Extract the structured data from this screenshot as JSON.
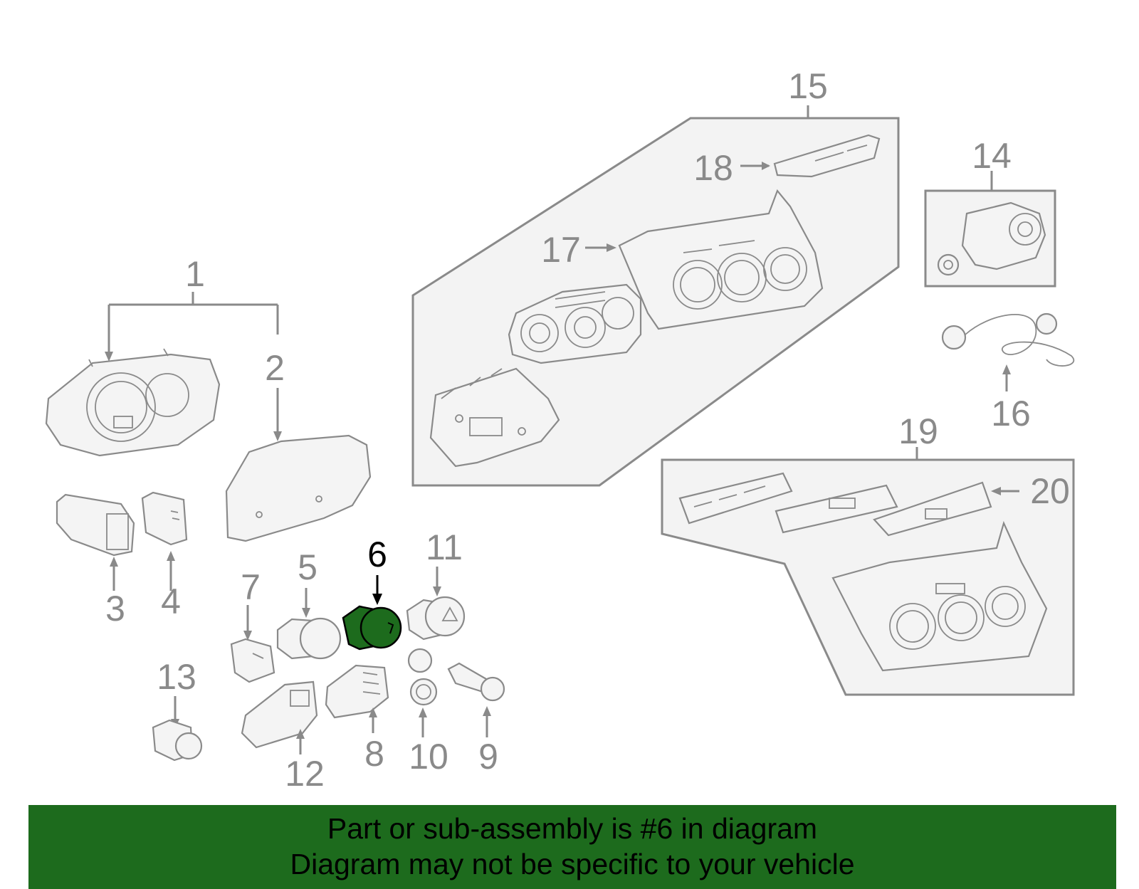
{
  "colors": {
    "line": "#8a8a8a",
    "highlight_part": "#1d6b1d",
    "banner_bg": "#1d6b1d",
    "highlight_label": "#000000"
  },
  "callouts": {
    "c1": "1",
    "c2": "2",
    "c3": "3",
    "c4": "4",
    "c5": "5",
    "c6": "6",
    "c7": "7",
    "c8": "8",
    "c9": "9",
    "c10": "10",
    "c11": "11",
    "c12": "12",
    "c13": "13",
    "c14": "14",
    "c15": "15",
    "c16": "16",
    "c17": "17",
    "c18": "18",
    "c19": "19",
    "c20": "20"
  },
  "highlighted_callout": "6",
  "banner": {
    "line1": "Part or sub-assembly is #6 in diagram",
    "line2": "Diagram may not be specific to your vehicle"
  }
}
